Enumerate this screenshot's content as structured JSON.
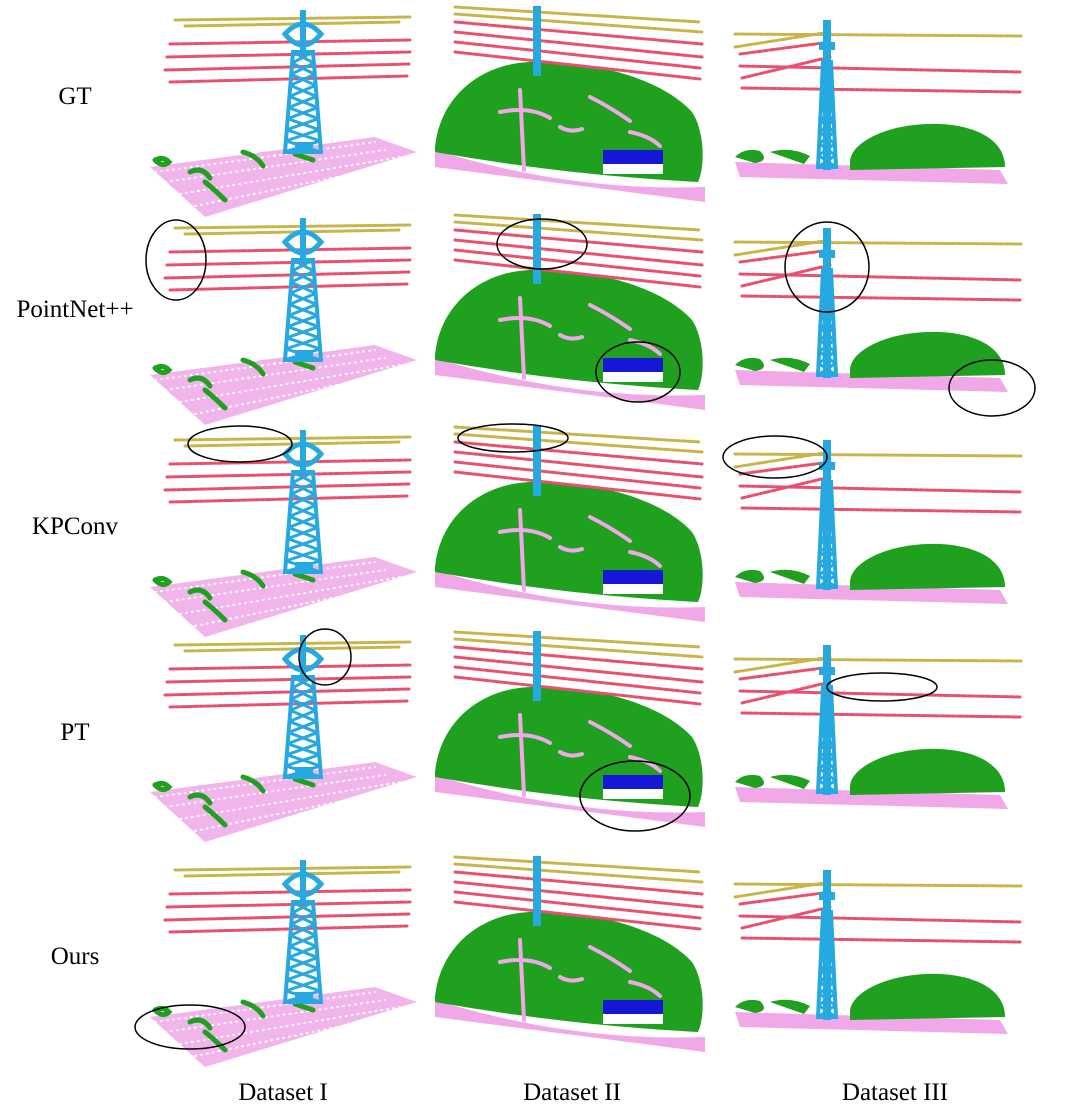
{
  "rows": [
    {
      "label": "GT"
    },
    {
      "label": "PointNet++"
    },
    {
      "label": "KPConv"
    },
    {
      "label": "PT"
    },
    {
      "label": "Ours"
    }
  ],
  "columns": [
    {
      "label": "Dataset I"
    },
    {
      "label": "Dataset II"
    },
    {
      "label": "Dataset III"
    }
  ],
  "colors": {
    "ground": "#f0a8e8",
    "vegetation": "#1fa01f",
    "tower": "#26a9e0",
    "power_line": "#e8506e",
    "ground_wire": "#c8b44a",
    "building": "#1616d6",
    "marker": "#000000"
  }
}
